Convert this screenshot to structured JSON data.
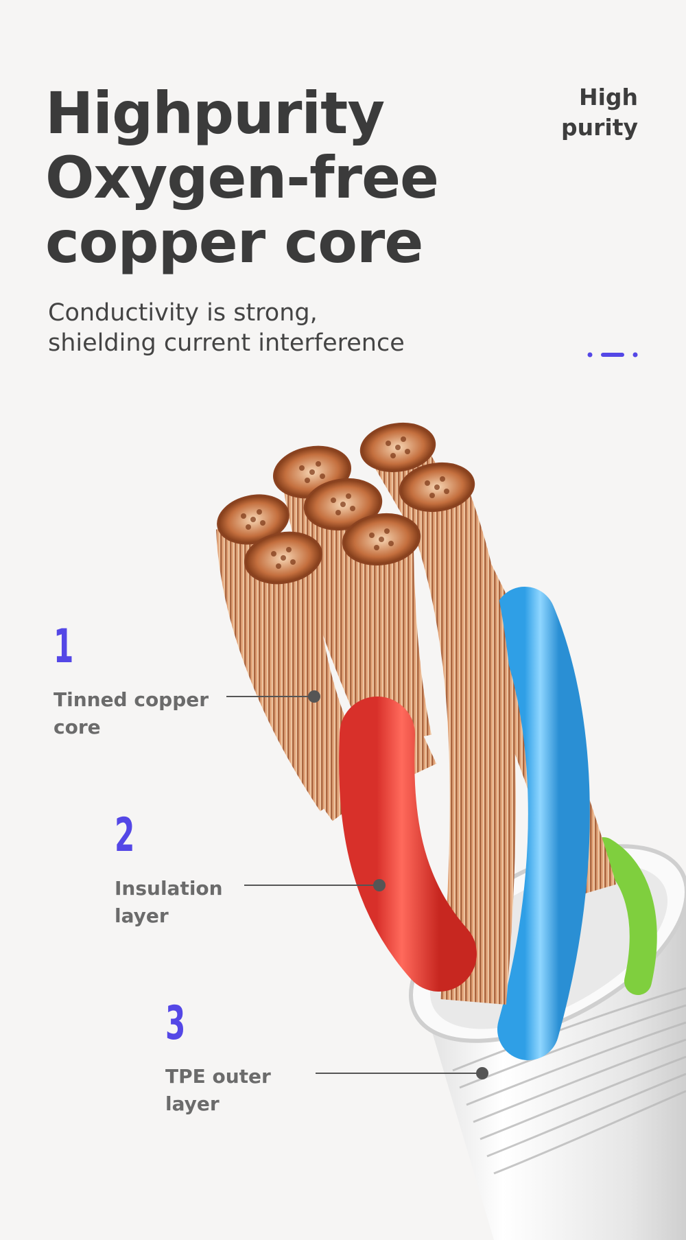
{
  "headline": {
    "lines": [
      "Highpurity",
      "Oxygen-free",
      "copper core"
    ]
  },
  "subheadline": {
    "lines": [
      "Conductivity is strong,",
      "shielding current interference"
    ]
  },
  "badge": {
    "lines": [
      "High",
      "purity"
    ]
  },
  "callouts": [
    {
      "number": "1",
      "label_lines": [
        "Tinned copper",
        "core"
      ]
    },
    {
      "number": "2",
      "label_lines": [
        "Insulation",
        "layer"
      ]
    },
    {
      "number": "3",
      "label_lines": [
        "TPE outer",
        "layer"
      ]
    }
  ],
  "colors": {
    "background": "#f6f5f4",
    "accent": "#5447e6",
    "copper": "#d8895a",
    "insulation_red": "#f0453e",
    "insulation_blue": "#4db8f5",
    "insulation_green": "#7fcf3e",
    "jacket": "#f2f2f2"
  }
}
